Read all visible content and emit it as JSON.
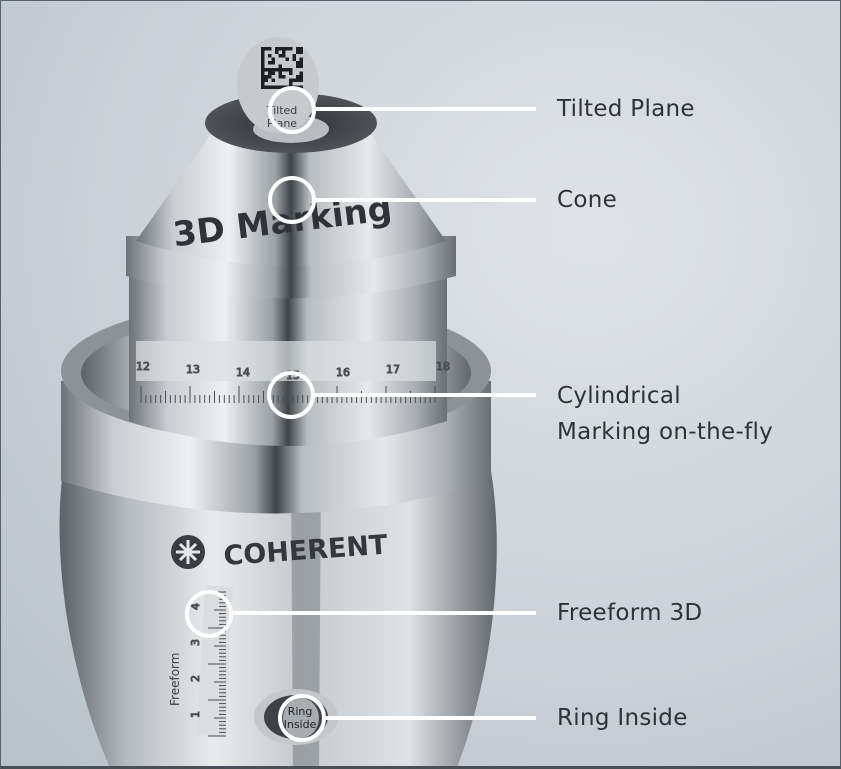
{
  "callouts": [
    {
      "label": "Tilted Plane"
    },
    {
      "label": "Cone"
    },
    {
      "label": "Cylindrical",
      "label2": "Marking on-the-fly"
    },
    {
      "label": "Freeform 3D"
    },
    {
      "label": "Ring Inside"
    }
  ],
  "product_markings": {
    "tilted_plane": [
      "Tilted",
      "Plane"
    ],
    "cone_text": "3D Marking",
    "ruler_numbers": [
      "12",
      "13",
      "14",
      "15",
      "16",
      "17",
      "18"
    ],
    "brand": "COHERENT",
    "freeform_text": "Freeform",
    "freeform_numbers": [
      "1",
      "2",
      "3",
      "4"
    ],
    "ring_inside": [
      "Ring",
      "Inside"
    ]
  },
  "colors": {
    "callout": "#ffffff",
    "label_text": "#2f3338",
    "background": "#cfd5db"
  }
}
